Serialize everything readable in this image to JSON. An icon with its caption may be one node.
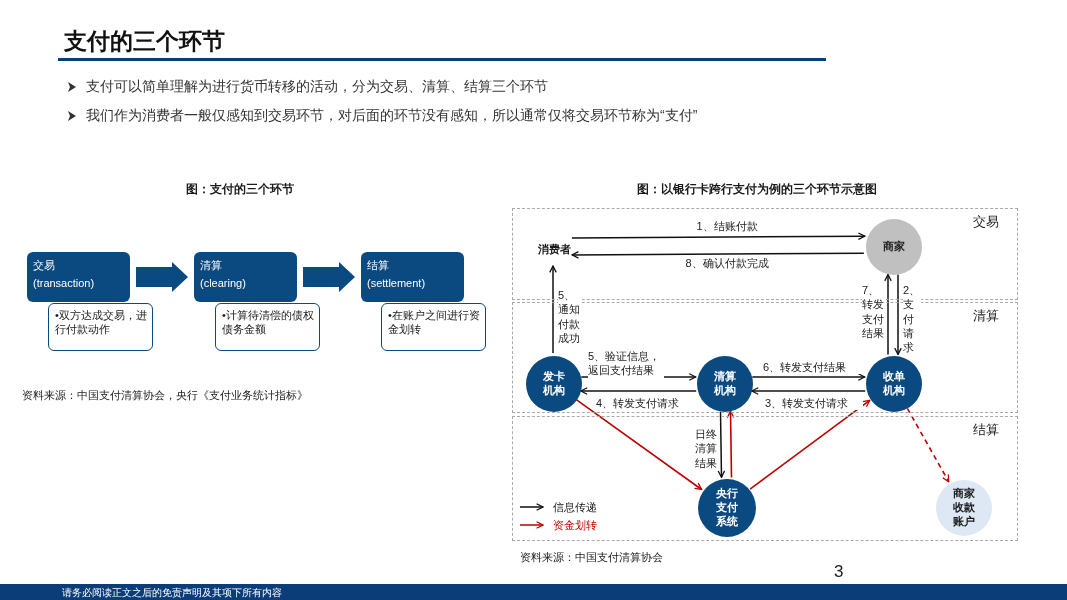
{
  "diagram": {
    "title": "支付的三个环节",
    "nodes": [
      {
        "text": [
          "交易",
          "(transaction)"
        ]
      },
      {
        "text": [
          "•双方达成交易，进行付款动作"
        ]
      },
      {
        "text": [
          "清算",
          "(clearing)"
        ]
      },
      {
        "text": [
          "•计算待清偿的债权债务金额"
        ]
      },
      {
        "text": [
          "结算",
          "(settlement)"
        ]
      },
      {
        "text": [
          "•在账户之间进行资金划转"
        ]
      },
      {
        "text": [
          "交易"
        ]
      },
      {
        "text": [
          "清算"
        ]
      },
      {
        "text": [
          "结算"
        ]
      },
      {
        "text": [
          "消费者"
        ],
        "in": 6
      },
      {
        "text": [
          "商家"
        ],
        "in": 6
      },
      {
        "text": [
          "发卡机构"
        ],
        "in": 7
      },
      {
        "text": [
          "清算机构"
        ],
        "in": 7
      },
      {
        "text": [
          "收单机构"
        ],
        "in": 7
      },
      {
        "text": [
          "央行支付系统"
        ],
        "in": 8
      },
      {
        "text": [
          "商家收款账户"
        ],
        "in": 8
      }
    ],
    "edges": [
      {
        "from": 0,
        "to": 2,
        "arrow": "to",
        "style": "thick",
        "color": "#0b4a80"
      },
      {
        "from": 2,
        "to": 4,
        "arrow": "to",
        "style": "thick",
        "color": "#0b4a80"
      },
      {
        "from": 9,
        "to": 10,
        "arrow": "to",
        "label": "1、结账付款"
      },
      {
        "from": 10,
        "to": 9,
        "arrow": "to",
        "label": "8、确认付款完成"
      },
      {
        "from": 11,
        "to": 9,
        "arrow": "to",
        "label": "5、通知付款成功"
      },
      {
        "from": 13,
        "to": 10,
        "arrow": "to",
        "label": "7、转发支付结果"
      },
      {
        "from": 10,
        "to": 13,
        "arrow": "to",
        "label": "2、支付请求"
      },
      {
        "from": 11,
        "to": 12,
        "arrow": "to",
        "label": "5、验证信息，返回支付结果"
      },
      {
        "from": 12,
        "to": 11,
        "arrow": "to",
        "label": "4、转发支付请求"
      },
      {
        "from": 12,
        "to": 13,
        "arrow": "to",
        "label": "6、转发支付结果"
      },
      {
        "from": 13,
        "to": 12,
        "arrow": "to",
        "label": "3、转发支付请求"
      },
      {
        "from": 12,
        "to": 14,
        "arrow": "to",
        "label": "日终清算结果"
      },
      {
        "from": 14,
        "to": 12,
        "arrow": "to",
        "color": "#c00000"
      },
      {
        "from": 11,
        "to": 14,
        "arrow": "to",
        "color": "#c00000"
      },
      {
        "from": 14,
        "to": 13,
        "arrow": "to",
        "color": "#c00000"
      },
      {
        "from": 13,
        "to": 15,
        "arrow": "to",
        "style": "dashed",
        "color": "#c00000"
      }
    ],
    "labels": [
      "支付可以简单理解为进行货币转移的活动，分为交易、清算、结算三个环节",
      "我们作为消费者一般仅感知到交易环节，对后面的环节没有感知，所以通常仅将交易环节称为“支付”",
      "图：支付的三个环节",
      "图：以银行卡跨行支付为例的三个环节示意图",
      "资料来源：中国支付清算协会，央行《支付业务统计指标》",
      "资料来源：中国支付清算协会",
      "3",
      "请务必阅读正文之后的免责声明及其项下所有内容"
    ],
    "legend": [
      {
        "text": "信息传递"
      },
      {
        "text": "资金划转"
      }
    ]
  }
}
